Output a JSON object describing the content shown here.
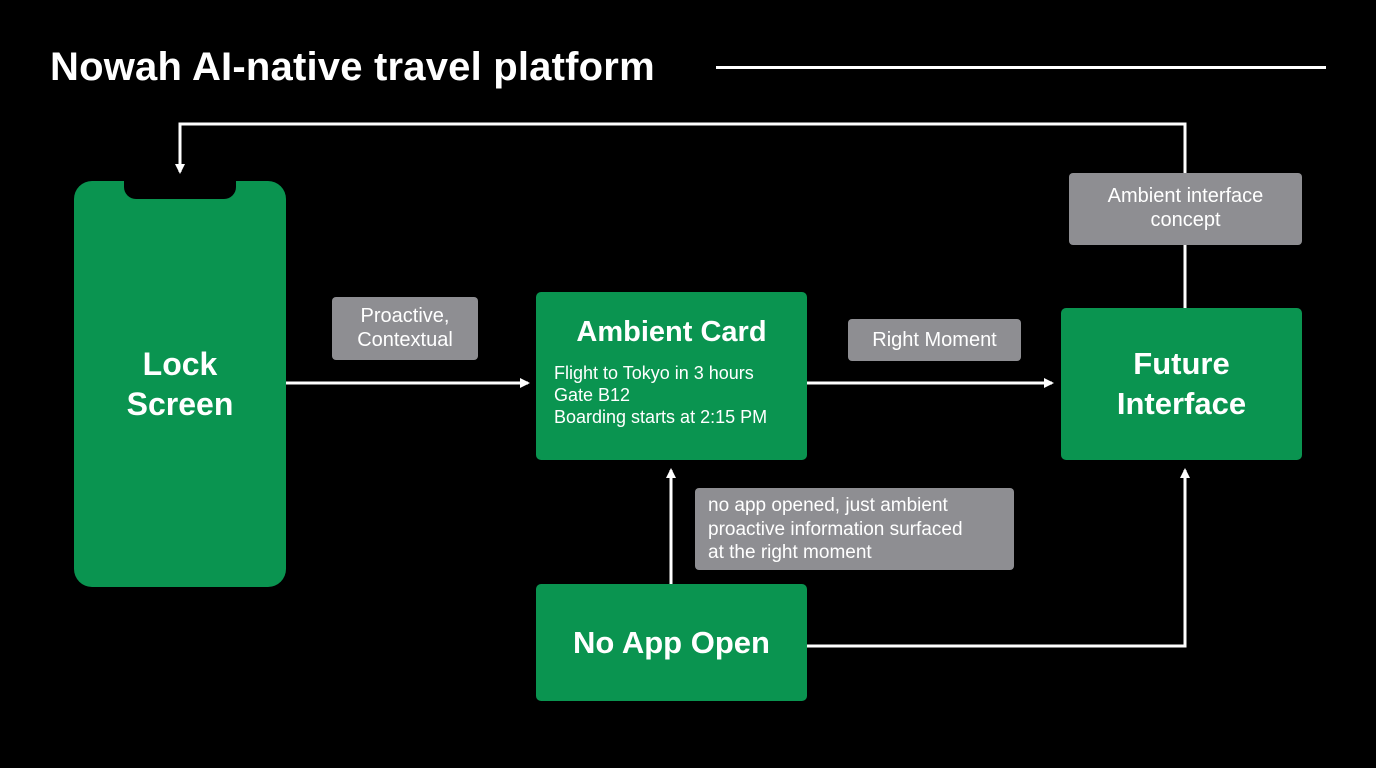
{
  "title": "Nowah AI-native travel platform",
  "colors": {
    "background": "#000000",
    "node_green": "#0a9450",
    "label_gray": "#8e8e92",
    "connector": "#ffffff"
  },
  "nodes": {
    "lock_screen": {
      "line1": "Lock",
      "line2": "Screen"
    },
    "ambient_card": {
      "title": "Ambient Card",
      "lines": [
        "Flight to Tokyo in 3 hours",
        "Gate B12",
        "Boarding starts at 2:15 PM"
      ]
    },
    "future_interface": {
      "line1": "Future",
      "line2": "Interface"
    },
    "no_app_open": {
      "label": "No App Open"
    }
  },
  "edge_labels": {
    "proactive": {
      "line1": "Proactive,",
      "line2": "Contextual"
    },
    "right_moment": "Right Moment",
    "ambient_interface": {
      "line1": "Ambient interface",
      "line2": "concept"
    },
    "no_app_note": {
      "line1": "no app opened, just ambient",
      "line2": "proactive information surfaced",
      "line3": "at the right moment"
    }
  }
}
